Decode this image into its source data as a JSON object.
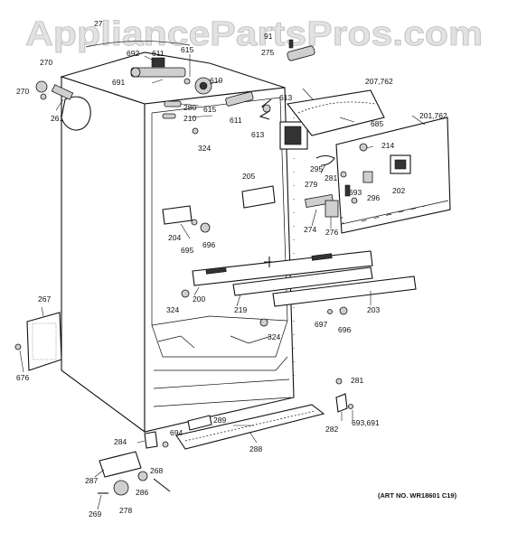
{
  "watermark": "AppliancePartsPros.com",
  "art_number": "(ART NO. WR18601 C19)",
  "callouts": [
    {
      "id": "27",
      "label": "27"
    },
    {
      "id": "91",
      "label": "91"
    },
    {
      "id": "692",
      "label": "692"
    },
    {
      "id": "611a",
      "label": "611"
    },
    {
      "id": "615a",
      "label": "615"
    },
    {
      "id": "275",
      "label": "275"
    },
    {
      "id": "270a",
      "label": "270"
    },
    {
      "id": "270b",
      "label": "270"
    },
    {
      "id": "691",
      "label": "691"
    },
    {
      "id": "610",
      "label": "610"
    },
    {
      "id": "207",
      "label": "207,762"
    },
    {
      "id": "613a",
      "label": "613"
    },
    {
      "id": "261",
      "label": "261"
    },
    {
      "id": "280",
      "label": "280"
    },
    {
      "id": "615b",
      "label": "615"
    },
    {
      "id": "611b",
      "label": "611"
    },
    {
      "id": "210",
      "label": "210"
    },
    {
      "id": "613b",
      "label": "613"
    },
    {
      "id": "685",
      "label": "685"
    },
    {
      "id": "201",
      "label": "201,762"
    },
    {
      "id": "324a",
      "label": "324"
    },
    {
      "id": "214",
      "label": "214"
    },
    {
      "id": "295",
      "label": "295"
    },
    {
      "id": "281a",
      "label": "281"
    },
    {
      "id": "205",
      "label": "205"
    },
    {
      "id": "279",
      "label": "279"
    },
    {
      "id": "693",
      "label": "693"
    },
    {
      "id": "296",
      "label": "296"
    },
    {
      "id": "202",
      "label": "202"
    },
    {
      "id": "274",
      "label": "274"
    },
    {
      "id": "276",
      "label": "276"
    },
    {
      "id": "204",
      "label": "204"
    },
    {
      "id": "695",
      "label": "695"
    },
    {
      "id": "696a",
      "label": "696"
    },
    {
      "id": "267",
      "label": "267"
    },
    {
      "id": "324b",
      "label": "324"
    },
    {
      "id": "200",
      "label": "200"
    },
    {
      "id": "219",
      "label": "219"
    },
    {
      "id": "203",
      "label": "203"
    },
    {
      "id": "697",
      "label": "697"
    },
    {
      "id": "696b",
      "label": "696"
    },
    {
      "id": "324c",
      "label": "324"
    },
    {
      "id": "676",
      "label": "676"
    },
    {
      "id": "281b",
      "label": "281"
    },
    {
      "id": "693691",
      "label": "693,691"
    },
    {
      "id": "282",
      "label": "282"
    },
    {
      "id": "289",
      "label": "289"
    },
    {
      "id": "694",
      "label": "694"
    },
    {
      "id": "284",
      "label": "284"
    },
    {
      "id": "288",
      "label": "288"
    },
    {
      "id": "287",
      "label": "287"
    },
    {
      "id": "268",
      "label": "268"
    },
    {
      "id": "286",
      "label": "286"
    },
    {
      "id": "269",
      "label": "269"
    },
    {
      "id": "278",
      "label": "278"
    }
  ]
}
